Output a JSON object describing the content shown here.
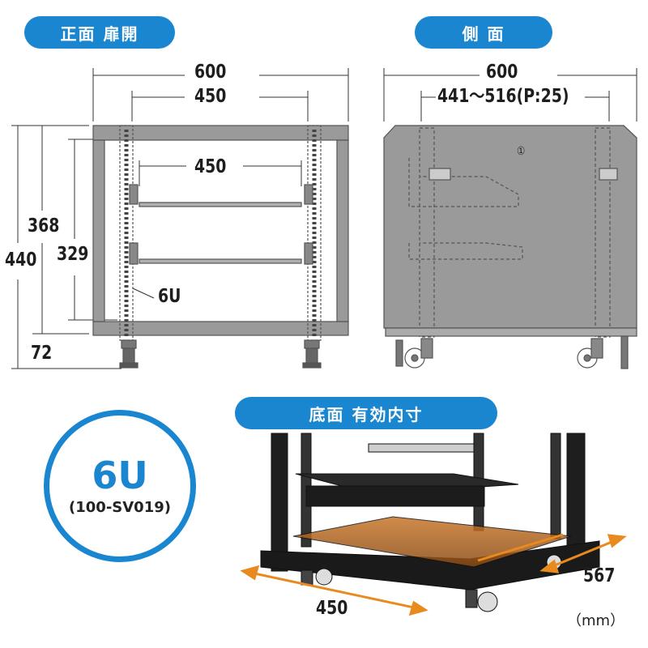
{
  "labels": {
    "front": "正面 扉開",
    "side": "側 面",
    "bottom": "底面 有効内寸"
  },
  "front_dims": {
    "width_outer": "600",
    "width_rail": "450",
    "width_inner": "450",
    "height_total": "440",
    "height_body": "368",
    "height_rail": "329",
    "height_caster": "72",
    "rack_units": "6U"
  },
  "side_dims": {
    "depth_outer": "600",
    "depth_adjust": "441～516(P:25)",
    "marker": "①"
  },
  "bottom_dims": {
    "width": "450",
    "depth": "567"
  },
  "badge": {
    "size": "6U",
    "model": "(100-SV019)"
  },
  "unit_note": "（mm）",
  "colors": {
    "accent": "#1a86d0",
    "frame": "#777777",
    "panel": "#9a9a9a",
    "highlight": "#e88a1e"
  }
}
